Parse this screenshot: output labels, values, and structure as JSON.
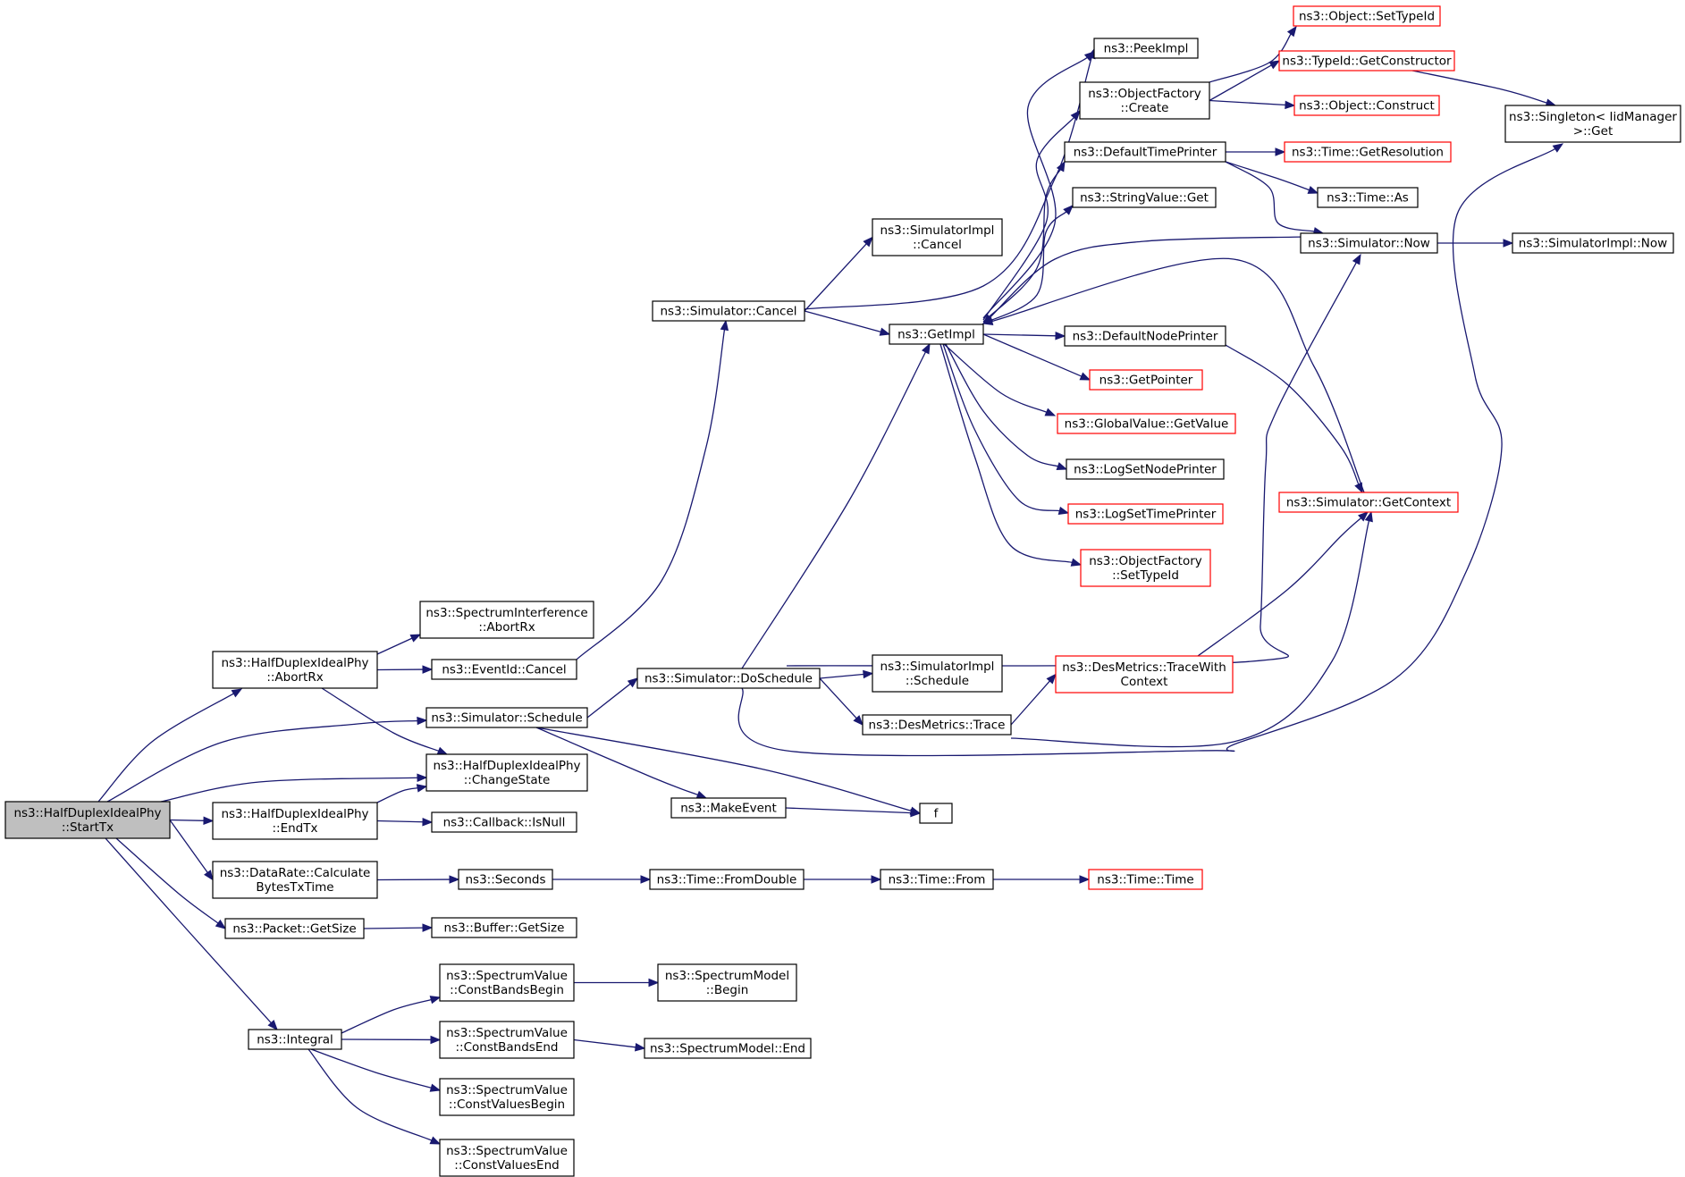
{
  "colors": {
    "edge": "#191970",
    "border_normal": "#000000",
    "border_truncated": "#ff0000",
    "root_fill": "#bfbfbf",
    "node_fill": "#ffffff"
  },
  "nodes": [
    {
      "id": "starttx",
      "lines": [
        "ns3::HalfDuplexIdealPhy",
        "::StartTx"
      ],
      "style": "root"
    },
    {
      "id": "abortrx",
      "lines": [
        "ns3::HalfDuplexIdealPhy",
        "::AbortRx"
      ],
      "style": "normal"
    },
    {
      "id": "simschedule",
      "lines": [
        "ns3::Simulator::Schedule"
      ],
      "style": "normal"
    },
    {
      "id": "changestate",
      "lines": [
        "ns3::HalfDuplexIdealPhy",
        "::ChangeState"
      ],
      "style": "normal"
    },
    {
      "id": "endtx",
      "lines": [
        "ns3::HalfDuplexIdealPhy",
        "::EndTx"
      ],
      "style": "normal"
    },
    {
      "id": "calcbytes",
      "lines": [
        "ns3::DataRate::Calculate",
        "BytesTxTime"
      ],
      "style": "normal"
    },
    {
      "id": "packetgetsize",
      "lines": [
        "ns3::Packet::GetSize"
      ],
      "style": "normal"
    },
    {
      "id": "integral",
      "lines": [
        "ns3::Integral"
      ],
      "style": "normal"
    },
    {
      "id": "siabortrx",
      "lines": [
        "ns3::SpectrumInterference",
        "::AbortRx"
      ],
      "style": "normal"
    },
    {
      "id": "eventidcancel",
      "lines": [
        "ns3::EventId::Cancel"
      ],
      "style": "normal"
    },
    {
      "id": "callbackisnull",
      "lines": [
        "ns3::Callback::IsNull"
      ],
      "style": "normal"
    },
    {
      "id": "seconds",
      "lines": [
        "ns3::Seconds"
      ],
      "style": "normal"
    },
    {
      "id": "buffergetsize",
      "lines": [
        "ns3::Buffer::GetSize"
      ],
      "style": "normal"
    },
    {
      "id": "svcbb",
      "lines": [
        "ns3::SpectrumValue",
        "::ConstBandsBegin"
      ],
      "style": "normal"
    },
    {
      "id": "svcbe",
      "lines": [
        "ns3::SpectrumValue",
        "::ConstBandsEnd"
      ],
      "style": "normal"
    },
    {
      "id": "svcvb",
      "lines": [
        "ns3::SpectrumValue",
        "::ConstValuesBegin"
      ],
      "style": "normal"
    },
    {
      "id": "svcve",
      "lines": [
        "ns3::SpectrumValue",
        "::ConstValuesEnd"
      ],
      "style": "normal"
    },
    {
      "id": "simcancel",
      "lines": [
        "ns3::Simulator::Cancel"
      ],
      "style": "normal"
    },
    {
      "id": "simdoschedule",
      "lines": [
        "ns3::Simulator::DoSchedule"
      ],
      "style": "normal"
    },
    {
      "id": "makeevent",
      "lines": [
        "ns3::MakeEvent"
      ],
      "style": "normal"
    },
    {
      "id": "f",
      "lines": [
        "f"
      ],
      "style": "normal"
    },
    {
      "id": "timefromdouble",
      "lines": [
        "ns3::Time::FromDouble"
      ],
      "style": "normal"
    },
    {
      "id": "smbegin",
      "lines": [
        "ns3::SpectrumModel",
        "::Begin"
      ],
      "style": "normal"
    },
    {
      "id": "smend",
      "lines": [
        "ns3::SpectrumModel::End"
      ],
      "style": "normal"
    },
    {
      "id": "simimplcancel",
      "lines": [
        "ns3::SimulatorImpl",
        "::Cancel"
      ],
      "style": "normal"
    },
    {
      "id": "getimpl",
      "lines": [
        "ns3::GetImpl"
      ],
      "style": "normal"
    },
    {
      "id": "simimplschedule",
      "lines": [
        "ns3::SimulatorImpl",
        "::Schedule"
      ],
      "style": "normal"
    },
    {
      "id": "desmetricstrace",
      "lines": [
        "ns3::DesMetrics::Trace"
      ],
      "style": "normal"
    },
    {
      "id": "timefrom",
      "lines": [
        "ns3::Time::From"
      ],
      "style": "normal"
    },
    {
      "id": "peekimpl",
      "lines": [
        "ns3::PeekImpl"
      ],
      "style": "normal"
    },
    {
      "id": "ofcreate",
      "lines": [
        "ns3::ObjectFactory",
        "::Create"
      ],
      "style": "normal"
    },
    {
      "id": "deftimeprinter",
      "lines": [
        "ns3::DefaultTimePrinter"
      ],
      "style": "normal"
    },
    {
      "id": "stringvalueget",
      "lines": [
        "ns3::StringValue::Get"
      ],
      "style": "normal"
    },
    {
      "id": "defnodeprinter",
      "lines": [
        "ns3::DefaultNodePrinter"
      ],
      "style": "normal"
    },
    {
      "id": "getpointer",
      "lines": [
        "ns3::GetPointer"
      ],
      "style": "truncated"
    },
    {
      "id": "gvgetvalue",
      "lines": [
        "ns3::GlobalValue::GetValue"
      ],
      "style": "truncated"
    },
    {
      "id": "logsetnodeprinter",
      "lines": [
        "ns3::LogSetNodePrinter"
      ],
      "style": "normal"
    },
    {
      "id": "logsettimeprinter",
      "lines": [
        "ns3::LogSetTimePrinter"
      ],
      "style": "truncated"
    },
    {
      "id": "ofsettypeid",
      "lines": [
        "ns3::ObjectFactory",
        "::SetTypeId"
      ],
      "style": "truncated"
    },
    {
      "id": "dmtracewithcontext",
      "lines": [
        "ns3::DesMetrics::TraceWith",
        "Context"
      ],
      "style": "truncated"
    },
    {
      "id": "timetime",
      "lines": [
        "ns3::Time::Time"
      ],
      "style": "truncated"
    },
    {
      "id": "objsettypeid",
      "lines": [
        "ns3::Object::SetTypeId"
      ],
      "style": "truncated"
    },
    {
      "id": "typeidgetctor",
      "lines": [
        "ns3::TypeId::GetConstructor"
      ],
      "style": "truncated"
    },
    {
      "id": "objconstruct",
      "lines": [
        "ns3::Object::Construct"
      ],
      "style": "truncated"
    },
    {
      "id": "timegetres",
      "lines": [
        "ns3::Time::GetResolution"
      ],
      "style": "truncated"
    },
    {
      "id": "timeas",
      "lines": [
        "ns3::Time::As"
      ],
      "style": "normal"
    },
    {
      "id": "simnow",
      "lines": [
        "ns3::Simulator::Now"
      ],
      "style": "normal"
    },
    {
      "id": "simgetcontext",
      "lines": [
        "ns3::Simulator::GetContext"
      ],
      "style": "truncated"
    },
    {
      "id": "singletonget",
      "lines": [
        "ns3::Singleton< IidManager",
        ">::Get"
      ],
      "style": "normal"
    },
    {
      "id": "simimplnow",
      "lines": [
        "ns3::SimulatorImpl::Now"
      ],
      "style": "normal"
    }
  ],
  "edges": [
    [
      "starttx",
      "abortrx"
    ],
    [
      "starttx",
      "simschedule"
    ],
    [
      "starttx",
      "changestate"
    ],
    [
      "starttx",
      "endtx"
    ],
    [
      "starttx",
      "calcbytes"
    ],
    [
      "starttx",
      "packetgetsize"
    ],
    [
      "starttx",
      "integral"
    ],
    [
      "abortrx",
      "siabortrx"
    ],
    [
      "abortrx",
      "eventidcancel"
    ],
    [
      "abortrx",
      "changestate"
    ],
    [
      "endtx",
      "changestate"
    ],
    [
      "endtx",
      "callbackisnull"
    ],
    [
      "eventidcancel",
      "simcancel"
    ],
    [
      "simschedule",
      "simdoschedule"
    ],
    [
      "simschedule",
      "makeevent"
    ],
    [
      "simschedule",
      "f"
    ],
    [
      "makeevent",
      "f"
    ],
    [
      "calcbytes",
      "seconds"
    ],
    [
      "seconds",
      "timefromdouble"
    ],
    [
      "timefromdouble",
      "timefrom"
    ],
    [
      "timefrom",
      "timetime"
    ],
    [
      "packetgetsize",
      "buffergetsize"
    ],
    [
      "integral",
      "svcbb"
    ],
    [
      "integral",
      "svcbe"
    ],
    [
      "integral",
      "svcvb"
    ],
    [
      "integral",
      "svcve"
    ],
    [
      "svcbb",
      "smbegin"
    ],
    [
      "svcbe",
      "smend"
    ],
    [
      "simcancel",
      "simimplcancel"
    ],
    [
      "simcancel",
      "getimpl"
    ],
    [
      "simcancel",
      "peekimpl"
    ],
    [
      "simdoschedule",
      "getimpl"
    ],
    [
      "simdoschedule",
      "simimplschedule"
    ],
    [
      "simdoschedule",
      "desmetricstrace"
    ],
    [
      "simdoschedule",
      "simnow"
    ],
    [
      "simdoschedule",
      "singletonget"
    ],
    [
      "getimpl",
      "peekimpl"
    ],
    [
      "getimpl",
      "ofcreate"
    ],
    [
      "getimpl",
      "deftimeprinter"
    ],
    [
      "getimpl",
      "stringvalueget"
    ],
    [
      "getimpl",
      "defnodeprinter"
    ],
    [
      "getimpl",
      "getpointer"
    ],
    [
      "getimpl",
      "gvgetvalue"
    ],
    [
      "getimpl",
      "logsetnodeprinter"
    ],
    [
      "getimpl",
      "logsettimeprinter"
    ],
    [
      "getimpl",
      "ofsettypeid"
    ],
    [
      "ofcreate",
      "objsettypeid"
    ],
    [
      "ofcreate",
      "typeidgetctor"
    ],
    [
      "ofcreate",
      "objconstruct"
    ],
    [
      "typeidgetctor",
      "singletonget"
    ],
    [
      "deftimeprinter",
      "timegetres"
    ],
    [
      "deftimeprinter",
      "timeas"
    ],
    [
      "deftimeprinter",
      "simnow"
    ],
    [
      "simnow",
      "getimpl"
    ],
    [
      "simnow",
      "simimplnow"
    ],
    [
      "simgetcontext",
      "getimpl"
    ],
    [
      "defnodeprinter",
      "simgetcontext"
    ],
    [
      "desmetricstrace",
      "dmtracewithcontext"
    ],
    [
      "desmetricstrace",
      "simgetcontext"
    ],
    [
      "dmtracewithcontext",
      "simgetcontext"
    ]
  ]
}
